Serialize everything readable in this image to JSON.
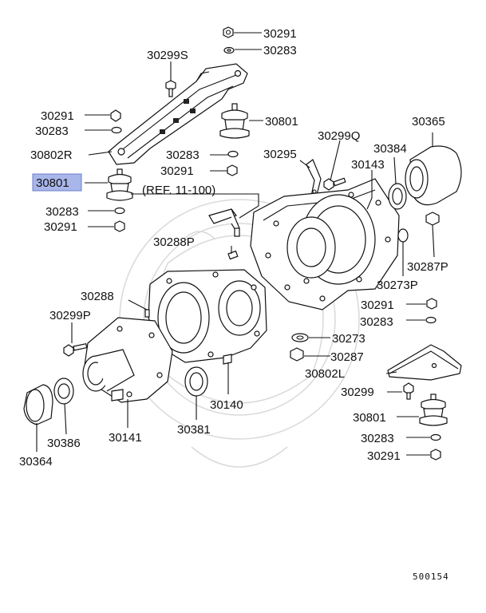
{
  "diagram_id": "500154",
  "highlight_color": "#a9b6ea",
  "ref_text": "(REF. 11-100)",
  "labels": {
    "p30291_top": "30291",
    "p30283_top": "30283",
    "p30299S": "30299S",
    "p30291_l1": "30291",
    "p30283_l1": "30283",
    "p30801_r": "30801",
    "p30802R": "30802R",
    "p30283_m": "30283",
    "p30291_m": "30291",
    "p30801_hl": "30801",
    "p30283_l2": "30283",
    "p30291_l2": "30291",
    "p30295": "30295",
    "p30299Q": "30299Q",
    "p30143": "30143",
    "p30384": "30384",
    "p30365": "30365",
    "p30288P": "30288P",
    "p30287P": "30287P",
    "p30273P": "30273P",
    "p30288": "30288",
    "p30299P": "30299P",
    "p30291_r1": "30291",
    "p30283_r1": "30283",
    "p30273": "30273",
    "p30287": "30287",
    "p30802L": "30802L",
    "p30299": "30299",
    "p30801_br": "30801",
    "p30283_br": "30283",
    "p30291_br": "30291",
    "p30140": "30140",
    "p30381": "30381",
    "p30141": "30141",
    "p30386": "30386",
    "p30364": "30364"
  }
}
